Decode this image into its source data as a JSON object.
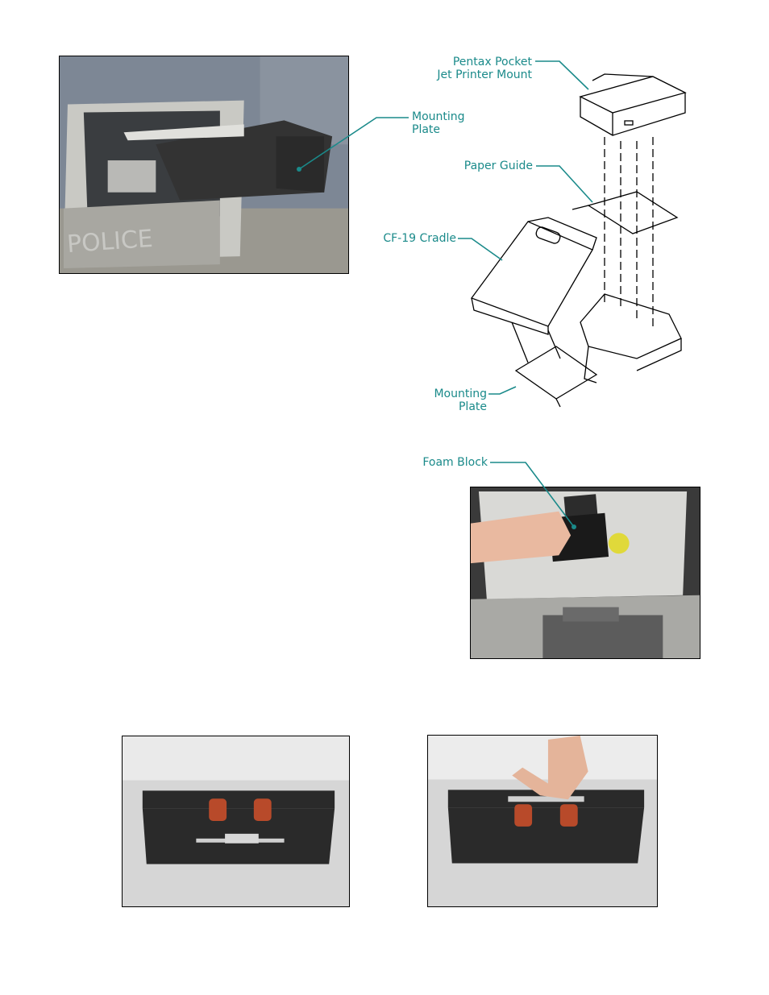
{
  "callouts": {
    "pentax_mount_line1": "Pentax Pocket",
    "pentax_mount_line2": "Jet Printer Mount",
    "mounting_plate_top_line1": "Mounting",
    "mounting_plate_top_line2": "Plate",
    "paper_guide": "Paper Guide",
    "cf19_cradle": "CF-19 Cradle",
    "mounting_plate_bottom_line1": "Mounting",
    "mounting_plate_bottom_line2": "Plate",
    "foam_block": "Foam Block"
  },
  "photo_text": {
    "case_lettering": "POLICE"
  },
  "colors": {
    "callout": "#1a8a8a",
    "plate": "#2a2a2a",
    "roller": "#b84a2a"
  }
}
